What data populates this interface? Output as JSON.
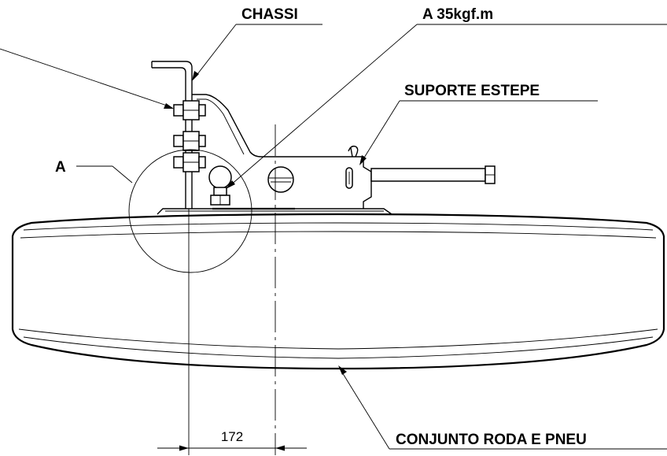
{
  "labels": {
    "chassi": "CHASSI",
    "torque": "A 35kgf.m",
    "suporte": "SUPORTE ESTEPE",
    "detail": "A",
    "conjunto": "CONJUNTO RODA E PNEU"
  },
  "dimension": {
    "value": "172"
  }
}
